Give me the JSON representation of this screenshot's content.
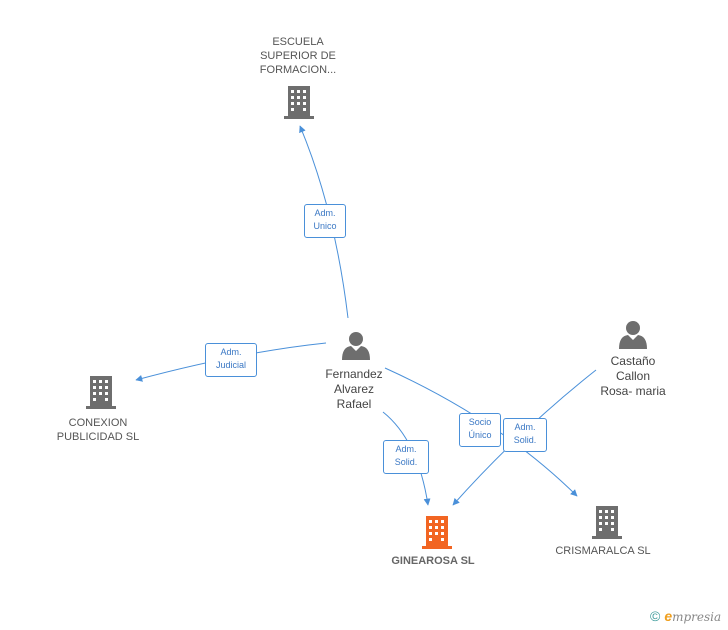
{
  "nodes": {
    "escuela": {
      "label": "ESCUELA\nSUPERIOR DE\nFORMACION..."
    },
    "conexion": {
      "label": "CONEXION\nPUBLICIDAD SL"
    },
    "fernandez": {
      "label": "Fernandez\nAlvarez\nRafael"
    },
    "castano": {
      "label": "Castaño\nCallon\nRosa- maria"
    },
    "ginearosa": {
      "label": "GINEAROSA SL"
    },
    "crismaralca": {
      "label": "CRISMARALCA SL"
    }
  },
  "edges": {
    "adm_unico": "Adm.\nUnico",
    "adm_judicial": "Adm.\nJudicial",
    "adm_solid_1": "Adm.\nSolid.",
    "socio_unico": "Socio\nÚnico",
    "adm_solid_2": "Adm.\nSolid."
  },
  "colors": {
    "edge": "#4a90d9",
    "company_icon": "#6e6e6e",
    "main_company_icon": "#f26522",
    "person_icon": "#6e6e6e"
  },
  "footer": {
    "copyright": "©",
    "brand_initial": "e",
    "brand_rest": "mpresia"
  }
}
